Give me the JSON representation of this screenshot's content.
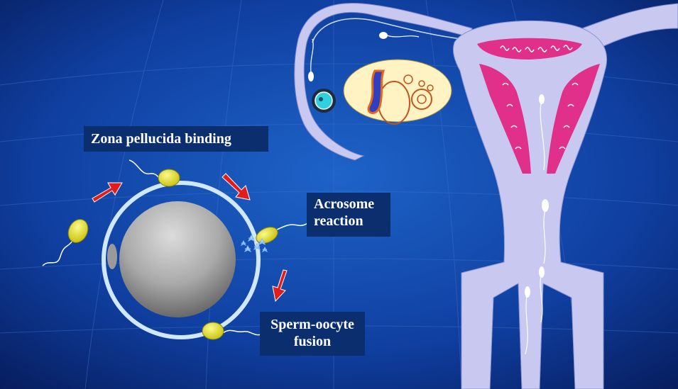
{
  "labels": {
    "zona_binding": "Zona pellucida binding",
    "acrosome_line1": "Acrosome",
    "acrosome_line2": "reaction",
    "fusion_line1": "Sperm-oocyte",
    "fusion_line2": "fusion"
  },
  "colors": {
    "background": "#0a2a80",
    "label_box": "#0b2f6e",
    "uterus": "#c8c8f0",
    "endometrium": "#e0308a",
    "sperm_head": "#e6e01c",
    "arrow": "#e41b1b",
    "zona": "#cfe7ff",
    "ovary": "#fff3c4"
  }
}
